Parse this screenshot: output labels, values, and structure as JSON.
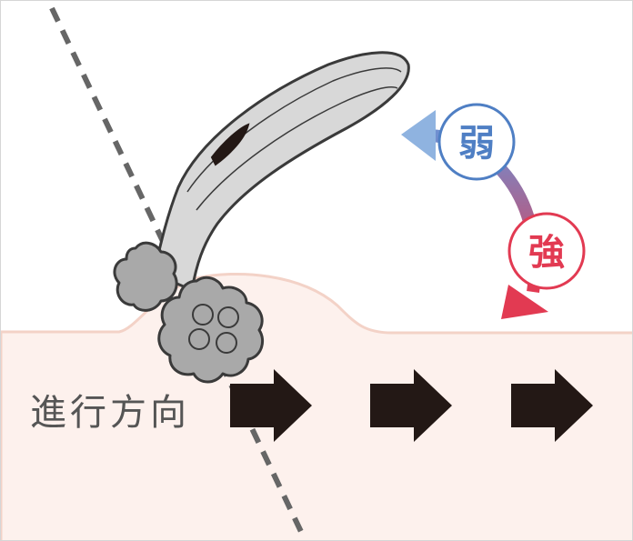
{
  "labels": {
    "weak": "弱",
    "strong": "強",
    "direction": "進行方向"
  },
  "colors": {
    "skin_fill": "#fdf1ed",
    "skin_edge": "#f3d2c7",
    "weak_blue": "#4f7fc4",
    "weak_arrow": "#8fb3e0",
    "strong_red": "#e23a52",
    "device_body": "#d8d8d8",
    "device_outline": "#3a3a3a",
    "roller_fill": "#a9a9a9",
    "guide_dash": "#666666",
    "direction_arrow": "#231815"
  },
  "arrows": {
    "count": 3,
    "direction": "right"
  }
}
